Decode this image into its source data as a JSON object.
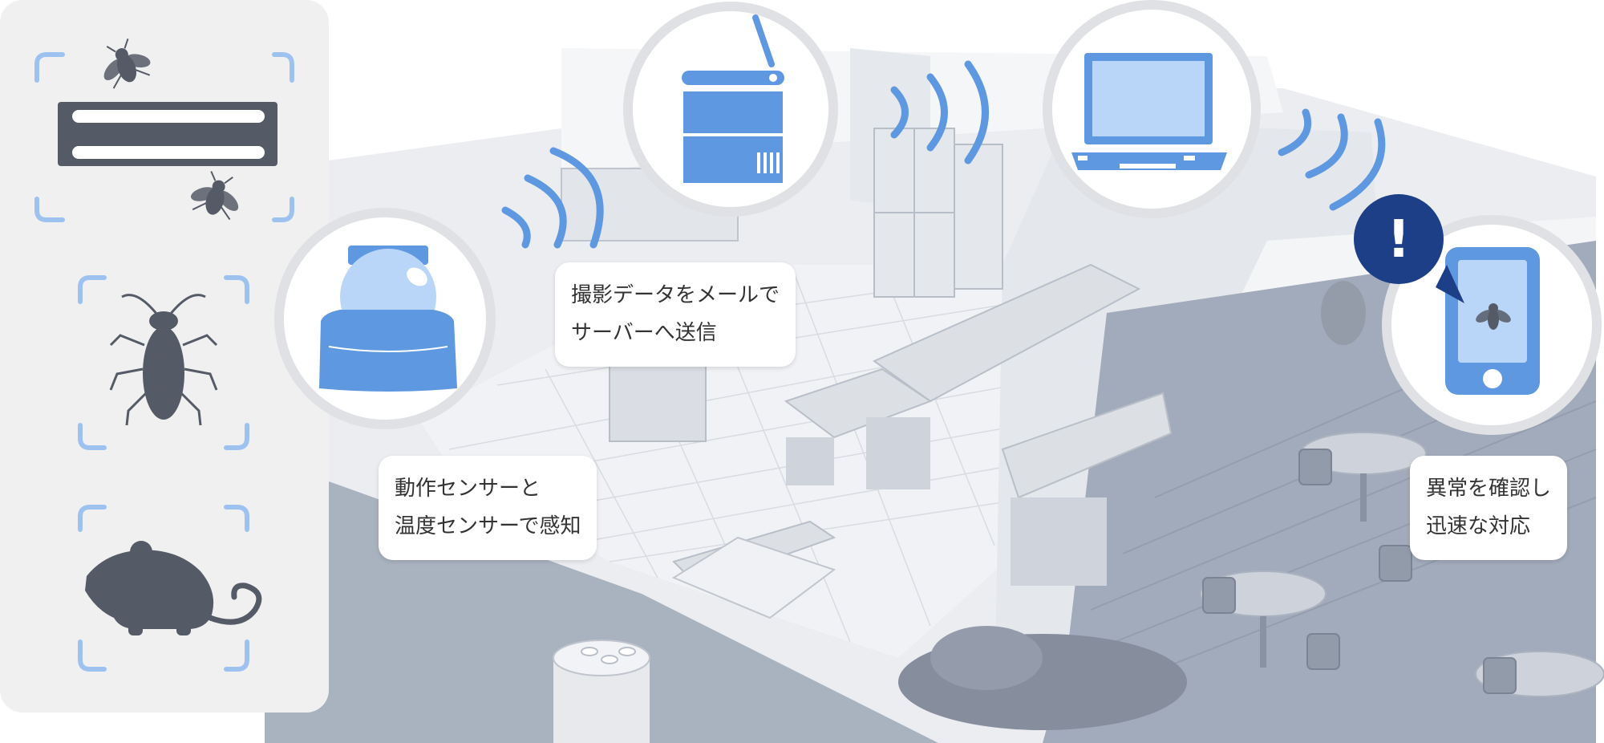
{
  "captions": {
    "sensor": {
      "line1": "動作センサーと",
      "line2": "温度センサーで感知"
    },
    "capture": {
      "line1": "撮影データをメールで",
      "line2": "サーバーへ送信"
    },
    "confirm": {
      "line1": "異常を確認し",
      "line2": "迅速な対応"
    }
  },
  "alert_mark": "!",
  "colors": {
    "device_blue": "#5e98e0",
    "device_light": "#b9d6f8",
    "pest_gray": "#555b66",
    "frame_blue": "#9dc2f0",
    "alert_navy": "#1c3f88",
    "ring_gray": "#e0e1e4"
  },
  "icons": [
    "fly-icon",
    "cockroach-icon",
    "mouse-icon",
    "dome-sensor-icon",
    "server-router-icon",
    "laptop-icon",
    "smartphone-icon",
    "alert-icon",
    "wifi-signal-icon"
  ]
}
